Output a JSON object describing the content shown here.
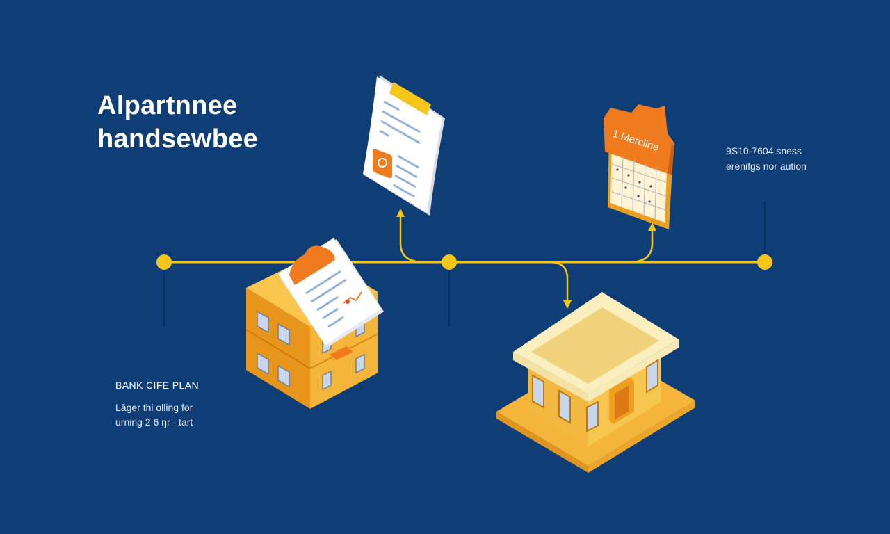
{
  "colors": {
    "background": "#0f3d75",
    "timeline": "#f5c518",
    "accent_orange": "#f07a1e",
    "building_yellow": "#f3b73a"
  },
  "title": {
    "line1": "Alpartnnee",
    "line2": "handsewbee"
  },
  "info": {
    "line1": "9S10-7604 sness",
    "line2": "erenifgs nor aution"
  },
  "left_block": {
    "heading": "BANK CIFE PLAN",
    "line1": "Lăger thi olling for",
    "line2": "urning 2 6 ŋr - tart"
  },
  "calendar": {
    "header_text": "1 Mercline",
    "icon": "calendar-icon"
  },
  "icons": {
    "document": "document-icon",
    "office_building": "office-building-icon",
    "bank_building": "bank-building-icon",
    "clipboard": "clipboard-icon"
  }
}
